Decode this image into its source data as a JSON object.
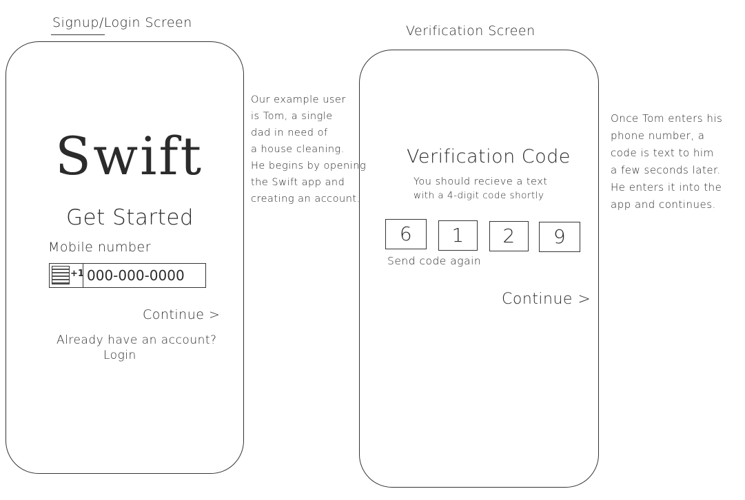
{
  "titles": {
    "left": "Signup/Login Screen",
    "right": "Verification Screen"
  },
  "signup": {
    "brand": "Swift",
    "heading": "Get Started",
    "mobile_label": "Mobile number",
    "country_code": "+1",
    "phone_placeholder": "000-000-0000",
    "continue_label": "Continue >",
    "already_text": "Already have an account?",
    "login_label": "Login"
  },
  "verification": {
    "title": "Verification Code",
    "subtitle_line1": "You should recieve a text",
    "subtitle_line2": "with a 4-digit code shortly",
    "digits": [
      "6",
      "1",
      "2",
      "9"
    ],
    "send_again_label": "Send code again",
    "continue_label": "Continue >"
  },
  "notes": {
    "left": [
      "Our example user",
      "is Tom, a single",
      "dad in need of",
      "a house cleaning.",
      "He begins by opening",
      "the Swift app and",
      "creating an account."
    ],
    "right": [
      "Once Tom enters his",
      "phone number, a",
      "code is text to him",
      "a few seconds later.",
      "He enters it into the",
      "app and continues."
    ]
  },
  "icons": {
    "flag": "us-flag-icon"
  }
}
